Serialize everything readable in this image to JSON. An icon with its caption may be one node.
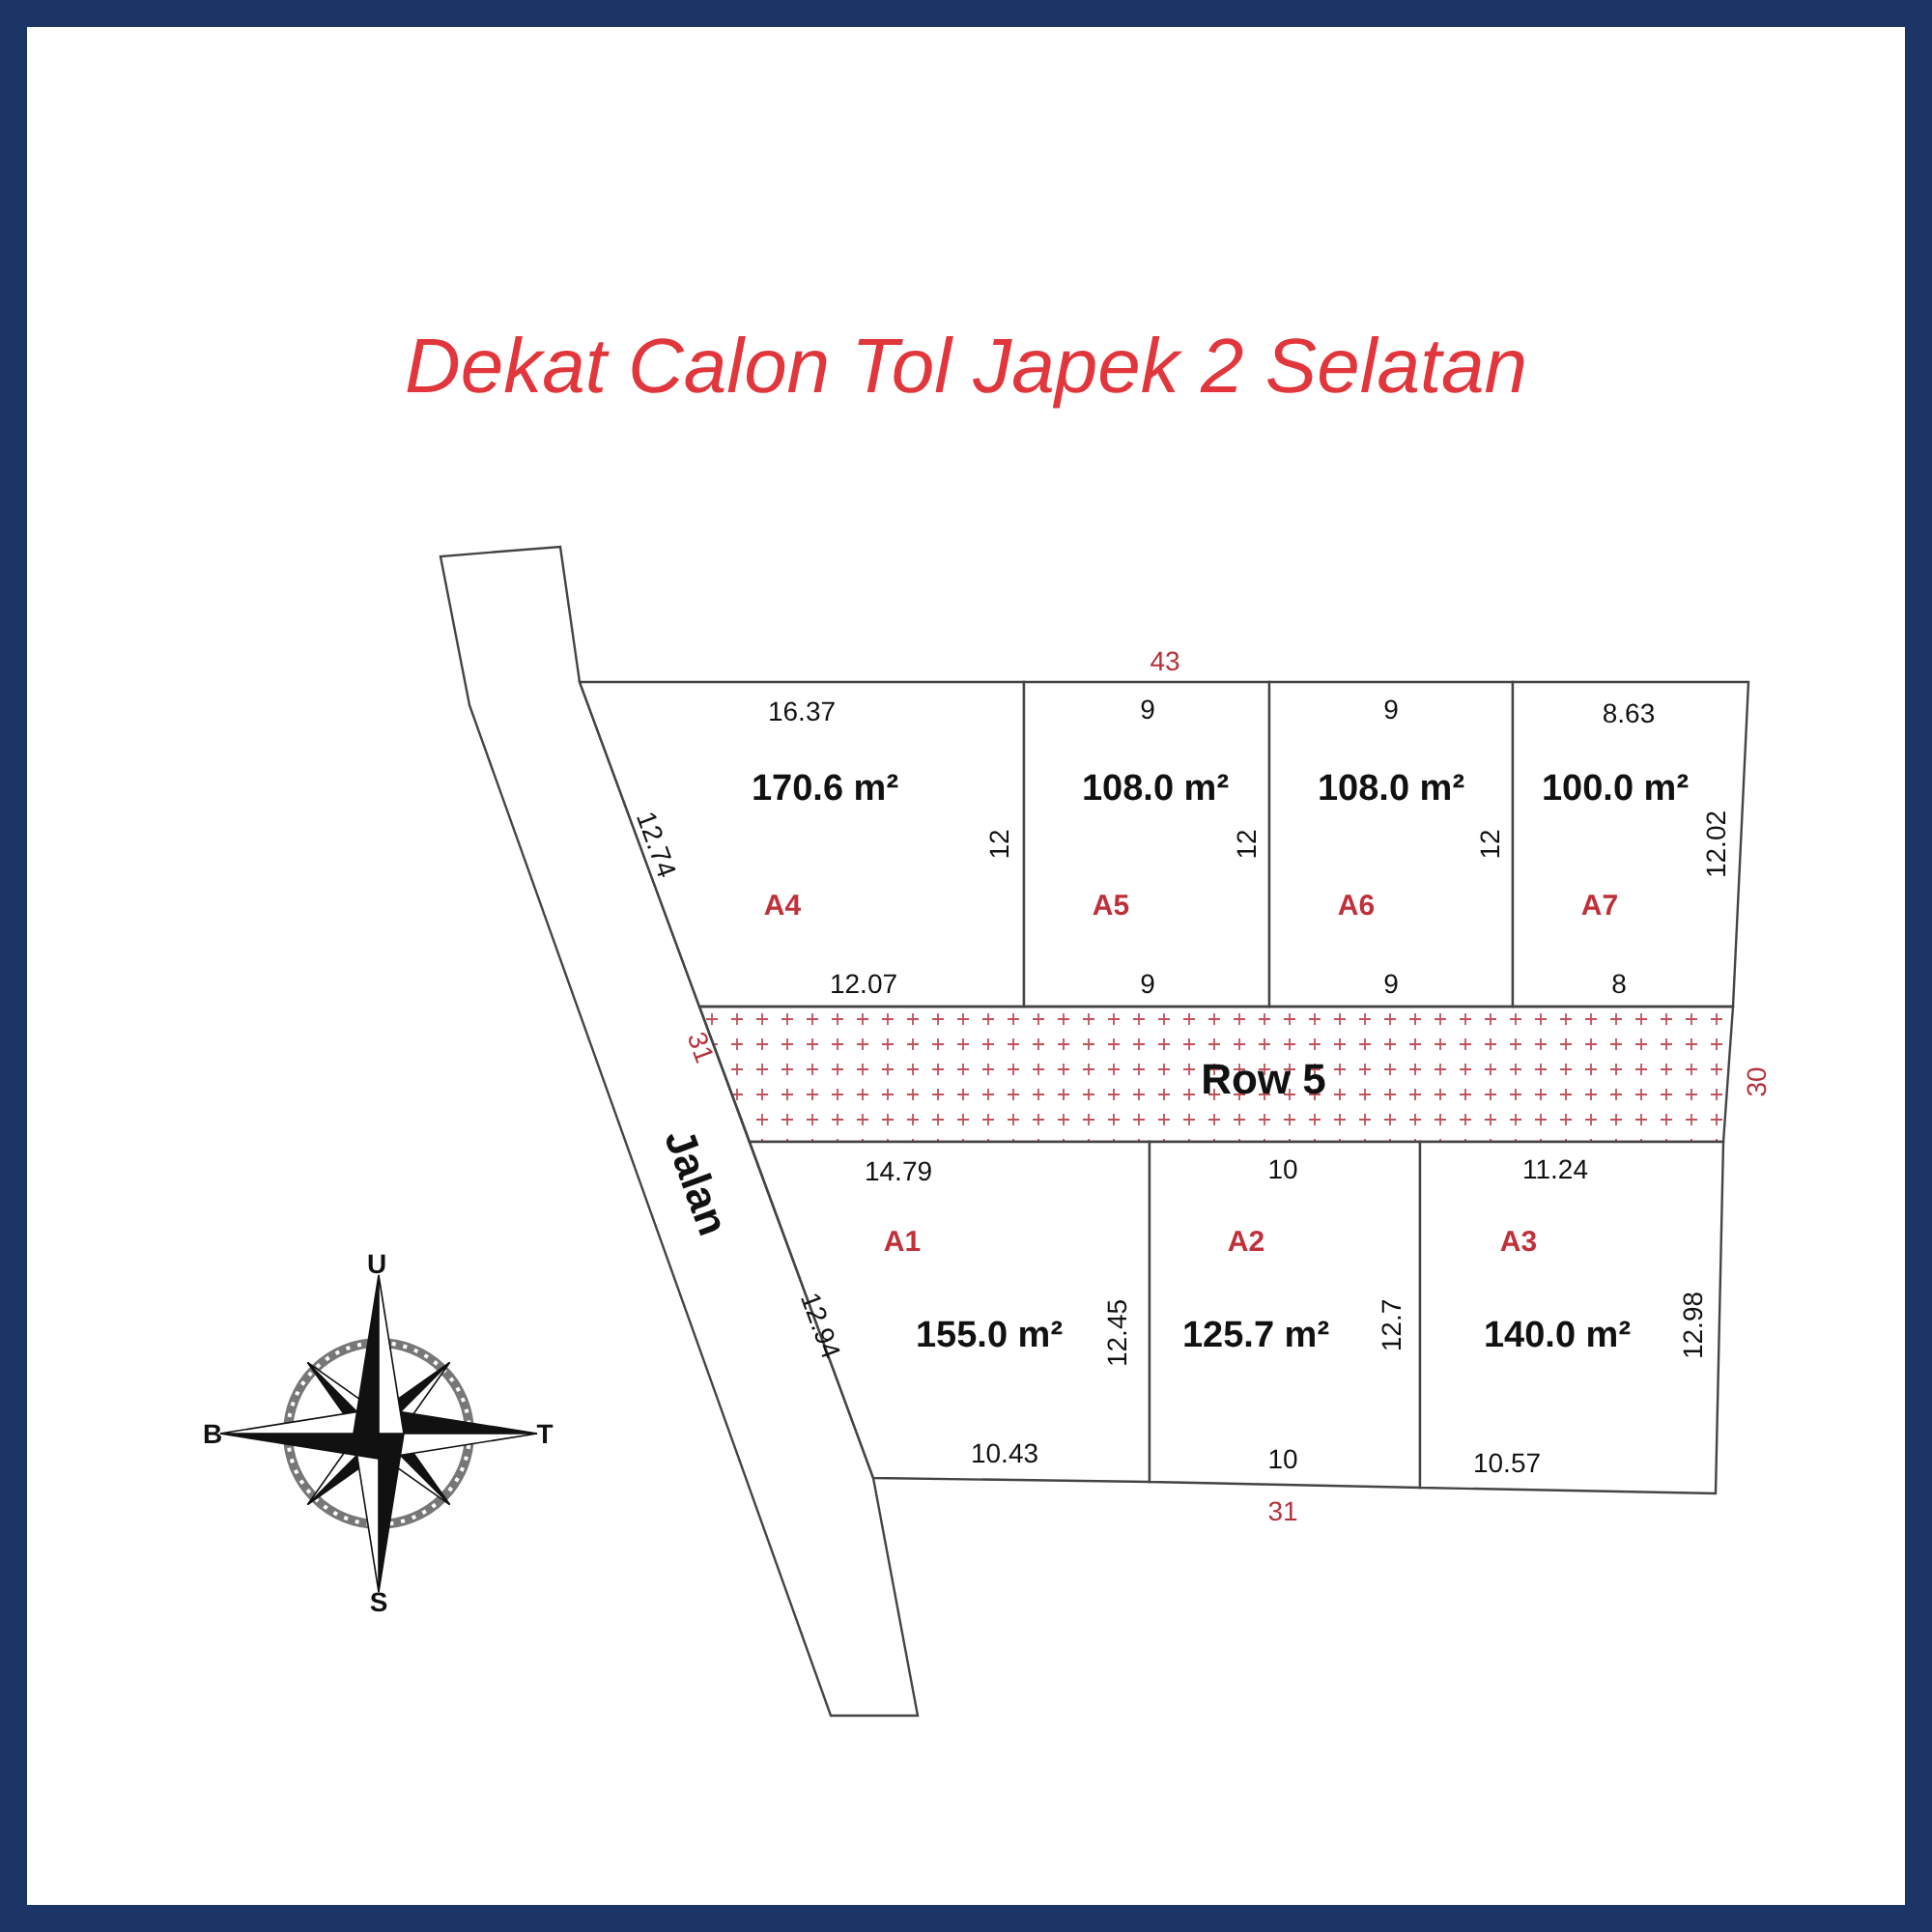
{
  "diagram": {
    "title": "Dekat Calon Tol Japek 2 Selatan",
    "nodes": [
      {
        "text": [
          "Jalan"
        ]
      },
      {
        "text": [
          "170.6 m²",
          "A4"
        ]
      },
      {
        "text": [
          "108.0 m²",
          "A5"
        ]
      },
      {
        "text": [
          "108.0 m²",
          "A6"
        ]
      },
      {
        "text": [
          "100.0 m²",
          "A7"
        ]
      },
      {
        "text": [
          "Row 5"
        ]
      },
      {
        "text": [
          "A1",
          "155.0 m²"
        ]
      },
      {
        "text": [
          "A2",
          "125.7 m²"
        ]
      },
      {
        "text": [
          "A3",
          "140.0 m²"
        ]
      }
    ],
    "labels": [
      "43",
      "16.37",
      "9",
      "9",
      "8.63",
      "12.74",
      "12",
      "12",
      "12",
      "12.02",
      "12.07",
      "9",
      "9",
      "8",
      "31",
      "30",
      "14.79",
      "10",
      "11.24",
      "12.94",
      "12.45",
      "12.7",
      "12.98",
      "10.43",
      "10",
      "10.57",
      "31",
      "U",
      "B",
      "T",
      "S"
    ]
  }
}
